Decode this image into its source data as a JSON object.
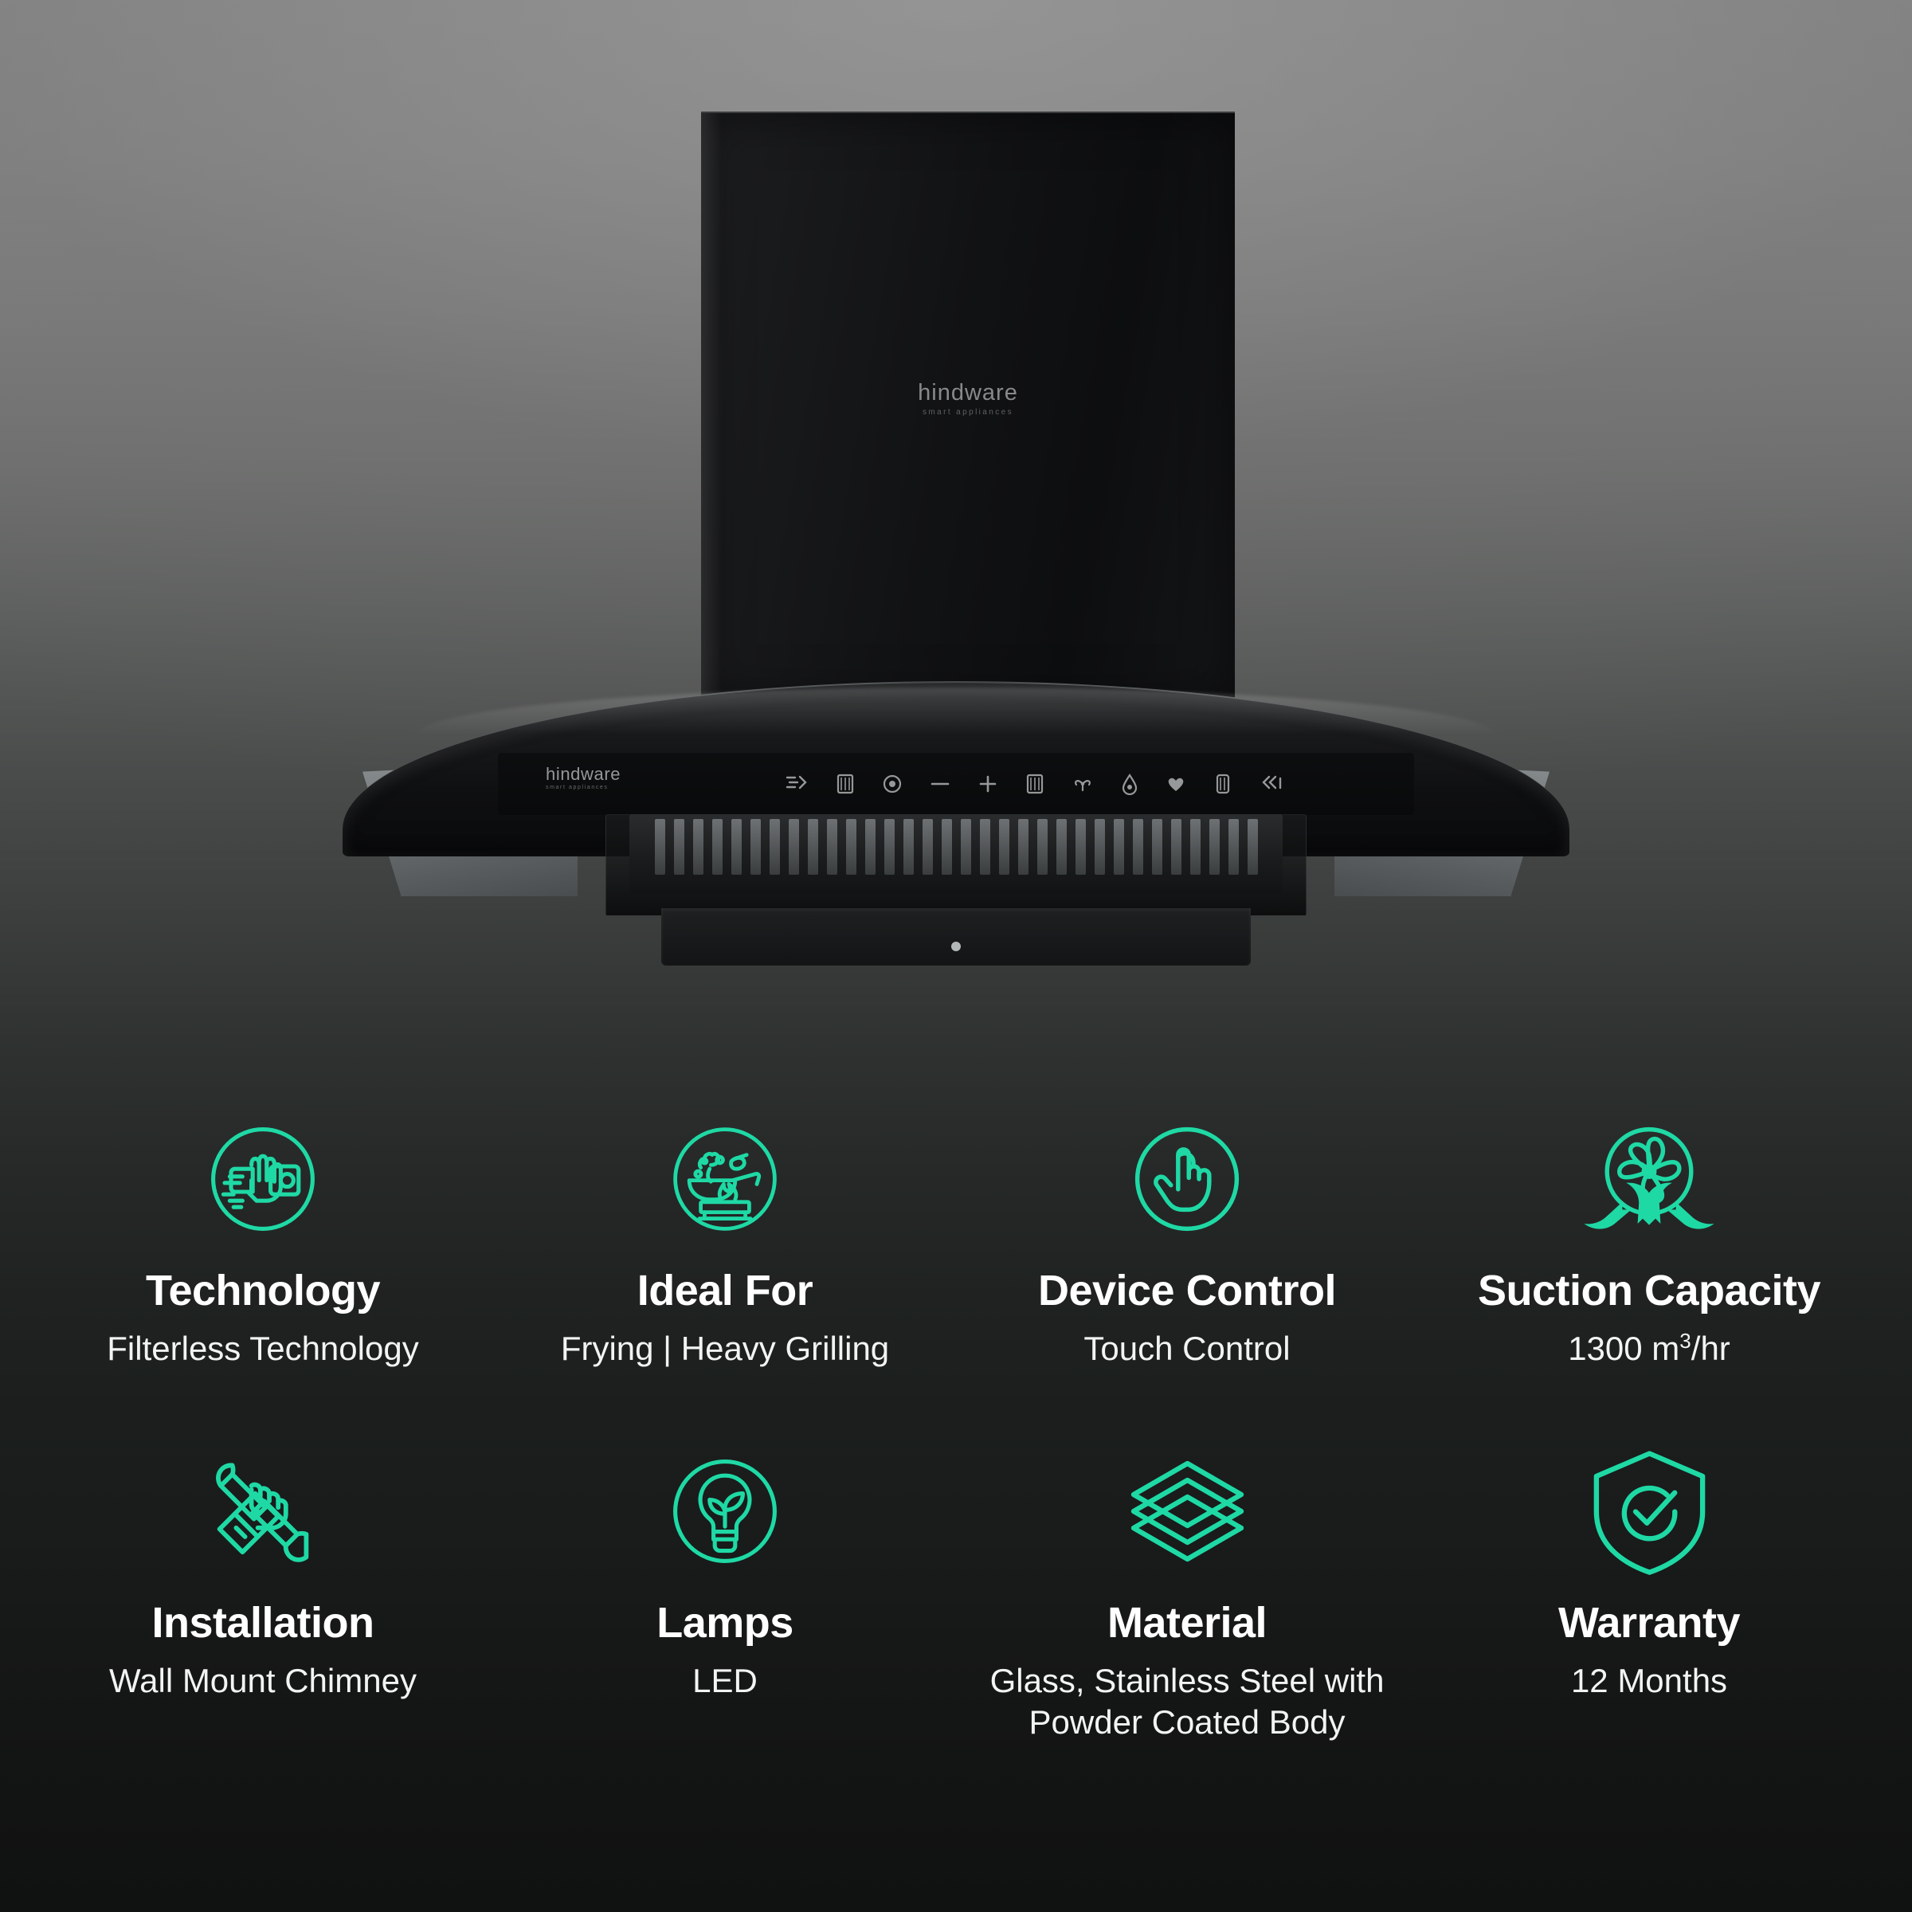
{
  "brand": {
    "name": "hindware",
    "tagline": "smart appliances"
  },
  "product": {
    "type": "wall-mount-kitchen-chimney",
    "control_panel_icons": [
      "turbo-speed-icon",
      "filter-icon",
      "power-icon",
      "minus-icon",
      "plus-icon",
      "display-icon",
      "fan-icon",
      "oil-drop-icon",
      "heart-icon",
      "light-icon",
      "auto-clean-icon"
    ]
  },
  "theme": {
    "accent": "#1fd9a5",
    "title_color": "#ffffff",
    "value_color": "#f2f4f3",
    "background_top": "#868686",
    "background_bottom": "#101111"
  },
  "features": [
    {
      "icon": "filterless-hand-airflow-icon",
      "title": "Technology",
      "value": "Filterless Technology"
    },
    {
      "icon": "frying-pan-flame-icon",
      "title": "Ideal For",
      "value": "Frying | Heavy Grilling"
    },
    {
      "icon": "touch-hand-icon",
      "title": "Device Control",
      "value": "Touch Control"
    },
    {
      "icon": "fan-suction-icon",
      "title": "Suction Capacity",
      "value_prefix": "1300 m",
      "value_sup": "3",
      "value_suffix": "/hr"
    },
    {
      "icon": "hand-wrench-icon",
      "title": "Installation",
      "value": "Wall Mount Chimney"
    },
    {
      "icon": "eco-bulb-leaf-icon",
      "title": "Lamps",
      "value": "LED"
    },
    {
      "icon": "layers-stack-icon",
      "title": "Material",
      "value": "Glass, Stainless Steel with Powder Coated Body"
    },
    {
      "icon": "shield-check-icon",
      "title": "Warranty",
      "value": "12 Months"
    }
  ]
}
